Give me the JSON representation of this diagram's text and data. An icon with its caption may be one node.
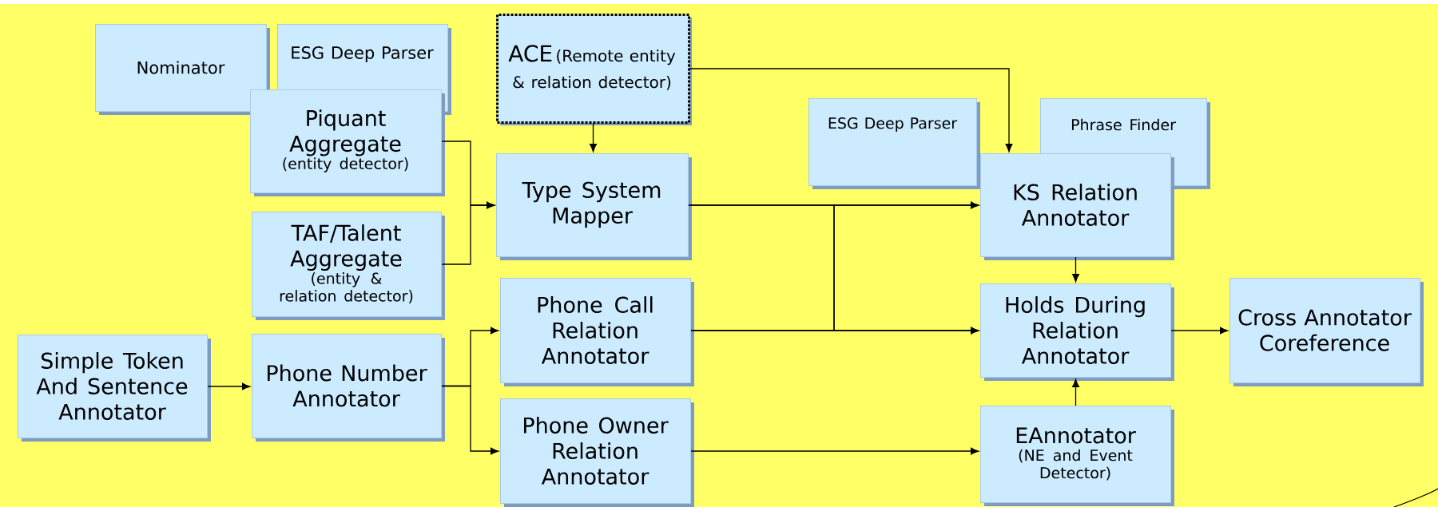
{
  "diagram": {
    "nodes": [
      {
        "text": [
          "Nominator"
        ]
      },
      {
        "text": [
          "ESG Deep Parser"
        ]
      },
      {
        "text": [
          "ACE",
          "(Remote entity & relation detector)"
        ]
      },
      {
        "text": [
          "Piquant Aggregate",
          "(entity detector)"
        ]
      },
      {
        "text": [
          "TAF/Talent Aggregate",
          "(entity & relation detector)"
        ]
      },
      {
        "text": [
          "Type System Mapper"
        ]
      },
      {
        "text": [
          "ESG Deep Parser"
        ]
      },
      {
        "text": [
          "Phrase Finder"
        ]
      },
      {
        "text": [
          "KS Relation Annotator"
        ]
      },
      {
        "text": [
          "Simple Token And Sentence Annotator"
        ]
      },
      {
        "text": [
          "Phone Number Annotator"
        ]
      },
      {
        "text": [
          "Phone Call Relation Annotator"
        ]
      },
      {
        "text": [
          "Holds During Relation Annotator"
        ]
      },
      {
        "text": [
          "Cross Annotator Coreference"
        ]
      },
      {
        "text": [
          "Phone Owner Relation Annotator"
        ]
      },
      {
        "text": [
          "EAnnotator",
          "(NE and Event Detector)"
        ]
      }
    ],
    "edges": [
      {
        "from": 2,
        "to": 5,
        "arrow": "to"
      },
      {
        "from": 2,
        "to": 8,
        "arrow": "to"
      },
      {
        "from": 3,
        "to": 5,
        "arrow": "to"
      },
      {
        "from": 4,
        "to": 5,
        "arrow": "to"
      },
      {
        "from": 9,
        "to": 10,
        "arrow": "to"
      },
      {
        "from": 10,
        "to": 11,
        "arrow": "to"
      },
      {
        "from": 10,
        "to": 14,
        "arrow": "to"
      },
      {
        "from": 5,
        "to": 8,
        "arrow": "to"
      },
      {
        "from": 5,
        "to": 12,
        "arrow": "to"
      },
      {
        "from": 11,
        "to": 8,
        "arrow": "to"
      },
      {
        "from": 11,
        "to": 12,
        "arrow": "to"
      },
      {
        "from": 14,
        "to": 15,
        "arrow": "to"
      },
      {
        "from": 8,
        "to": 12,
        "arrow": "to"
      },
      {
        "from": 15,
        "to": 12,
        "arrow": "to"
      },
      {
        "from": 12,
        "to": 13,
        "arrow": "to"
      }
    ]
  }
}
